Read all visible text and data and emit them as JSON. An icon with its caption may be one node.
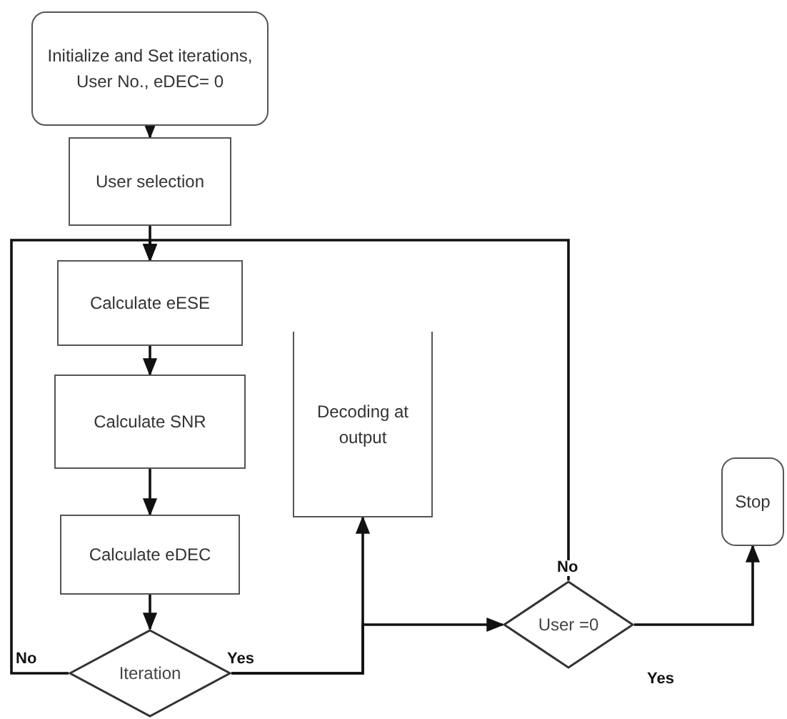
{
  "diagram": {
    "nodes": [
      {
        "text": [
          "Initialize and Set iterations, User No., eDEC= 0"
        ]
      },
      {
        "text": [
          "User selection"
        ]
      },
      {
        "text": [
          "Calculate eESE"
        ]
      },
      {
        "text": [
          "Calculate SNR"
        ]
      },
      {
        "text": [
          "Calculate  eDEC"
        ]
      },
      {
        "text": [
          "Iteration"
        ]
      },
      {
        "text": [
          "Decoding at output"
        ]
      },
      {
        "text": [
          "User =0"
        ]
      },
      {
        "text": [
          "Stop"
        ]
      }
    ],
    "edges": [
      {
        "from": 0,
        "to": 1,
        "arrow": "to"
      },
      {
        "from": 1,
        "to": 2,
        "arrow": "to"
      },
      {
        "from": 2,
        "to": 3,
        "arrow": "to"
      },
      {
        "from": 3,
        "to": 4,
        "arrow": "to"
      },
      {
        "from": 4,
        "to": 5,
        "arrow": "to"
      },
      {
        "from": 5,
        "to": 2,
        "arrow": "to",
        "label": "No"
      },
      {
        "from": 5,
        "to": 6,
        "arrow": "to",
        "label": "Yes"
      },
      {
        "from": 5,
        "to": 7,
        "arrow": "to"
      },
      {
        "from": 7,
        "to": 2,
        "arrow": "to",
        "label": "No"
      },
      {
        "from": 7,
        "to": 8,
        "arrow": "to",
        "label": "Yes"
      }
    ]
  }
}
